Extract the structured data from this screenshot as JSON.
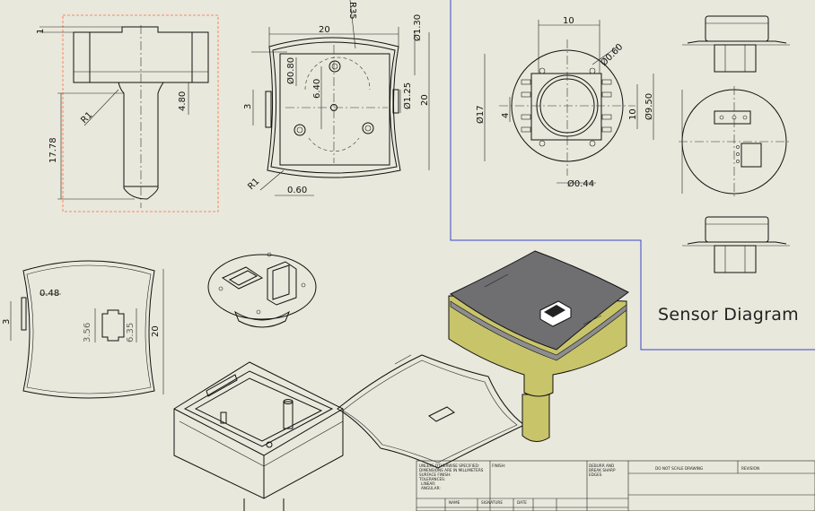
{
  "caption": "Sensor Diagram",
  "dims": {
    "top_left": [
      "1",
      "4.80",
      "R1",
      "17.78"
    ],
    "top_mid": [
      "R35",
      "20",
      "Ø1.30",
      "Ø0.80",
      "6.40",
      "3",
      "Ø1.25",
      "20",
      "R1",
      "0.60"
    ],
    "top_right": [
      "10",
      "Ø0.60",
      "Ø17",
      "4",
      "Ø9.50",
      "10",
      "Ø0.44"
    ],
    "lid": [
      "0.48",
      "3",
      "3.56",
      "6.35",
      "20"
    ]
  },
  "title_block": {
    "notes": [
      "UNLESS OTHERWISE SPECIFIED:",
      "DIMENSIONS ARE IN MILLIMETERS",
      "SURFACE FINISH:",
      "TOLERANCES:",
      "LINEAR:",
      "ANGULAR:"
    ],
    "finish": "FINISH:",
    "deburr": [
      "DEBURR AND",
      "BREAK SHARP",
      "EDGES"
    ],
    "do_not_scale": "DO NOT SCALE DRAWING",
    "revision": "REVISION",
    "cols": [
      "NAME",
      "SIGNATURE",
      "DATE"
    ]
  },
  "colors": {
    "sheet": "#e9e8dc",
    "lid_face": "#6f6f72",
    "body_yellow": "#c8c46a",
    "border_blue": "#3a46c9",
    "selection": "#ff6a3d"
  }
}
